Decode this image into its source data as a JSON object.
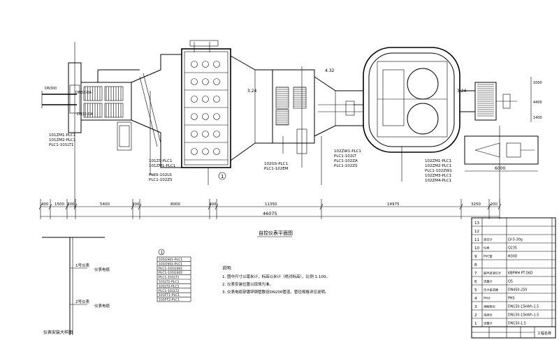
{
  "drawing": {
    "plan_title": "自控仪表平面图",
    "dimensions_bottom": [
      "400",
      "1500",
      "300",
      "5400",
      "300",
      "8000",
      "400",
      "11350",
      "14975",
      "3250",
      "200"
    ],
    "dimension_total": "46075",
    "dimension_right": "6000",
    "dimension_right_vertical": [
      "1000",
      "4400",
      "1400"
    ],
    "level_marks": [
      "3.24",
      "4.32",
      "3.24"
    ],
    "pipe_label_left": "DN32-DA",
    "pipe_label_left2": "DN32-DA",
    "inlet_label": "DN300",
    "tags_left": [
      "101ZM1-PLC1",
      "101ZM2-PLC1",
      "PLC1-101LT1"
    ],
    "tags_mid1": [
      "101ZS-PLC1",
      "101ZM1-PLC1",
      "PLC1-102LS",
      "PLC1-102ZS"
    ],
    "tags_mid2": [
      "102GS-PLC1",
      "PLC1-102EM"
    ],
    "tags_right": [
      "102ZM1-PLC1",
      "102ZM2-PLC1",
      "PLC1-102ZW1",
      "102ZM3-PLC1",
      "102ZM4-PLC1"
    ],
    "tags_mid3": [
      "102ZW1-PLC1",
      "PLC1-102LT",
      "PLC1-102ZA",
      "PLC1-102ZS"
    ],
    "circle_marker": "1",
    "detail_title": "仪表安装大样图",
    "detail_labels": [
      "1号仪表",
      "仪表电缆",
      "2号仪表",
      "仪表电缆"
    ],
    "detail_tags": [
      "101GS01-PLC1",
      "101GS02-PLC1",
      "PLC1-101GS01",
      "PLC1-101GS02",
      "PLC1-101LT1",
      "101LT1-PLC1",
      "101LT2-PLC1",
      "PLC1-101LT2",
      "101FT1-PLC1",
      "101FT2-PLC1"
    ],
    "notes_heading": "说明:",
    "notes": [
      "1. 图中尺寸以毫米计，标高以米计（绝对标高），比例 1:100。",
      "2. 仪表安装位置以现场为准。",
      "3. 仪表电缆穿镀锌钢管敷设DN200管道，管径规格详见说明。"
    ]
  },
  "table": {
    "rows": [
      {
        "no": "13",
        "name": "",
        "spec": ""
      },
      {
        "no": "12",
        "name": "",
        "spec": ""
      },
      {
        "no": "11",
        "name": "液位计",
        "spec": "LV-5-30g"
      },
      {
        "no": "10",
        "name": "仪表",
        "spec": "Q235"
      },
      {
        "no": "9",
        "name": "PVC管",
        "spec": "Φ300"
      },
      {
        "no": "8",
        "name": "",
        "spec": ""
      },
      {
        "no": "7",
        "name": "超声波液位计",
        "spec": "KBPMH  PT-56D"
      },
      {
        "no": "6",
        "name": "流量计",
        "spec": "QS"
      },
      {
        "no": "5",
        "name": "压力变送器",
        "spec": "DN450-250"
      },
      {
        "no": "4",
        "name": "PH计",
        "spec": "PHS"
      },
      {
        "no": "3",
        "name": "溶解氧仪",
        "spec": "DN150-15kWh-1.5"
      },
      {
        "no": "2",
        "name": "浊度仪",
        "spec": "DN150-15kWh-1.5"
      },
      {
        "no": "1",
        "name": "流量计",
        "spec": "DN150-1.5"
      }
    ],
    "footer": [
      "",
      "",
      "",
      "",
      "",
      "工程名称"
    ]
  }
}
